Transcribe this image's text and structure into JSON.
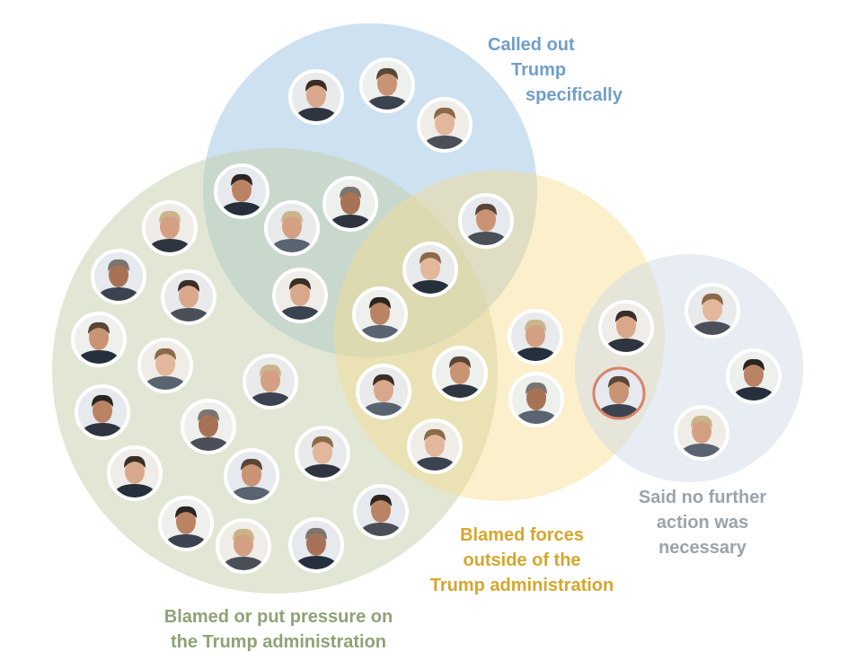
{
  "labels": {
    "called_out": [
      "Called out",
      "Trump",
      "specifically"
    ],
    "outside_forces": [
      "Blamed forces",
      "outside of the",
      "Trump administration"
    ],
    "pressure": [
      "Blamed or put pressure on",
      "the Trump administration"
    ],
    "no_action": [
      "Said no further",
      "action was",
      "necessary"
    ]
  },
  "colors": {
    "called_out": "#9cc3e4",
    "outside_forces": "#f6dc8f",
    "pressure": "#c4d0aa",
    "no_action": "#cfdbe8",
    "highlight_ring": "#d9826a"
  },
  "sets": [
    "called_out",
    "pressure",
    "outside_forces",
    "no_action"
  ],
  "people": [
    {
      "id": "p01",
      "sets": [
        "called_out"
      ],
      "highlight": false
    },
    {
      "id": "p02",
      "sets": [
        "called_out"
      ],
      "highlight": false
    },
    {
      "id": "p03",
      "sets": [
        "called_out"
      ],
      "highlight": false
    },
    {
      "id": "p04",
      "sets": [
        "called_out",
        "pressure"
      ],
      "highlight": false
    },
    {
      "id": "p05",
      "sets": [
        "called_out",
        "pressure"
      ],
      "highlight": false
    },
    {
      "id": "p06",
      "sets": [
        "called_out",
        "pressure"
      ],
      "highlight": false
    },
    {
      "id": "p07",
      "sets": [
        "called_out",
        "pressure"
      ],
      "highlight": false
    },
    {
      "id": "p08",
      "sets": [
        "called_out",
        "outside_forces"
      ],
      "highlight": false
    },
    {
      "id": "p09",
      "sets": [
        "called_out",
        "pressure",
        "outside_forces"
      ],
      "highlight": false
    },
    {
      "id": "p10",
      "sets": [
        "called_out",
        "pressure",
        "outside_forces"
      ],
      "highlight": false
    },
    {
      "id": "p11",
      "sets": [
        "pressure"
      ],
      "highlight": false
    },
    {
      "id": "p12",
      "sets": [
        "pressure"
      ],
      "highlight": false
    },
    {
      "id": "p13",
      "sets": [
        "pressure"
      ],
      "highlight": false
    },
    {
      "id": "p14",
      "sets": [
        "pressure"
      ],
      "highlight": false
    },
    {
      "id": "p15",
      "sets": [
        "pressure"
      ],
      "highlight": false
    },
    {
      "id": "p16",
      "sets": [
        "pressure"
      ],
      "highlight": false
    },
    {
      "id": "p17",
      "sets": [
        "pressure"
      ],
      "highlight": false
    },
    {
      "id": "p18",
      "sets": [
        "pressure"
      ],
      "highlight": false
    },
    {
      "id": "p19",
      "sets": [
        "pressure"
      ],
      "highlight": false
    },
    {
      "id": "p20",
      "sets": [
        "pressure"
      ],
      "highlight": false
    },
    {
      "id": "p21",
      "sets": [
        "pressure"
      ],
      "highlight": false
    },
    {
      "id": "p22",
      "sets": [
        "pressure"
      ],
      "highlight": false
    },
    {
      "id": "p23",
      "sets": [
        "pressure"
      ],
      "highlight": false
    },
    {
      "id": "p24",
      "sets": [
        "pressure"
      ],
      "highlight": false
    },
    {
      "id": "p25",
      "sets": [
        "pressure",
        "outside_forces"
      ],
      "highlight": false
    },
    {
      "id": "p26",
      "sets": [
        "pressure",
        "outside_forces"
      ],
      "highlight": false
    },
    {
      "id": "p27",
      "sets": [
        "pressure",
        "outside_forces"
      ],
      "highlight": false
    },
    {
      "id": "p28",
      "sets": [
        "pressure",
        "outside_forces"
      ],
      "highlight": false
    },
    {
      "id": "p29",
      "sets": [
        "outside_forces"
      ],
      "highlight": false
    },
    {
      "id": "p30",
      "sets": [
        "outside_forces"
      ],
      "highlight": false
    },
    {
      "id": "p31",
      "sets": [
        "outside_forces",
        "no_action"
      ],
      "highlight": false
    },
    {
      "id": "p32",
      "sets": [
        "outside_forces",
        "no_action"
      ],
      "highlight": true
    },
    {
      "id": "p33",
      "sets": [
        "no_action"
      ],
      "highlight": false
    },
    {
      "id": "p34",
      "sets": [
        "no_action"
      ],
      "highlight": false
    },
    {
      "id": "p35",
      "sets": [
        "no_action"
      ],
      "highlight": false
    }
  ]
}
